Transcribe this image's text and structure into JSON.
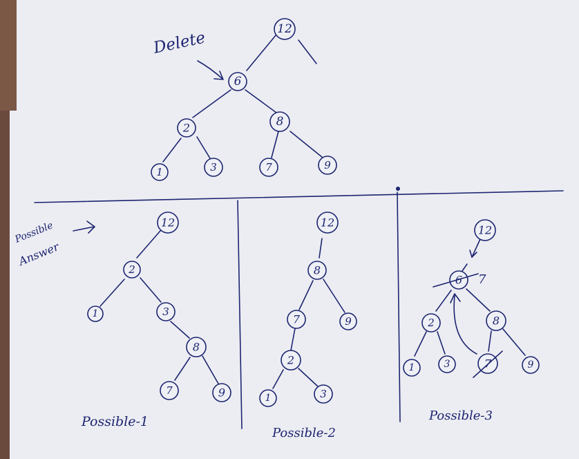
{
  "labels": {
    "delete": "Delete",
    "possible_answer_line1": "Possible",
    "possible_answer_line2": "Answer",
    "possible_1": "Possible-1",
    "possible_2": "Possible-2",
    "possible_3": "Possible-3",
    "replacement_value": "7"
  },
  "original_tree": {
    "root": "12",
    "nodes": [
      "6",
      "2",
      "8",
      "1",
      "3",
      "7",
      "9"
    ],
    "edges": [
      [
        "12",
        "6"
      ],
      [
        "6",
        "2"
      ],
      [
        "6",
        "8"
      ],
      [
        "2",
        "1"
      ],
      [
        "2",
        "3"
      ],
      [
        "8",
        "7"
      ],
      [
        "8",
        "9"
      ]
    ],
    "deleted_node": "6"
  },
  "possible_1": {
    "nodes": [
      "12",
      "2",
      "1",
      "3",
      "8",
      "7",
      "9"
    ],
    "edges": [
      [
        "12",
        "2"
      ],
      [
        "2",
        "1"
      ],
      [
        "2",
        "3"
      ],
      [
        "3",
        "8"
      ],
      [
        "8",
        "7"
      ],
      [
        "8",
        "9"
      ]
    ]
  },
  "possible_2": {
    "nodes": [
      "12",
      "8",
      "7",
      "9",
      "2",
      "1",
      "3"
    ],
    "edges": [
      [
        "12",
        "8"
      ],
      [
        "8",
        "7"
      ],
      [
        "8",
        "9"
      ],
      [
        "7",
        "2"
      ],
      [
        "2",
        "1"
      ],
      [
        "2",
        "3"
      ]
    ]
  },
  "possible_3": {
    "nodes": [
      "12",
      "6",
      "2",
      "8",
      "1",
      "3",
      "7",
      "9"
    ],
    "edges": [
      [
        "12",
        "6"
      ],
      [
        "6",
        "2"
      ],
      [
        "6",
        "8"
      ],
      [
        "2",
        "1"
      ],
      [
        "2",
        "3"
      ],
      [
        "8",
        "7"
      ],
      [
        "8",
        "9"
      ]
    ],
    "crossed_out": [
      "6",
      "7"
    ]
  },
  "colors": {
    "ink": "#1c2470",
    "paper": "#ecedf2"
  }
}
